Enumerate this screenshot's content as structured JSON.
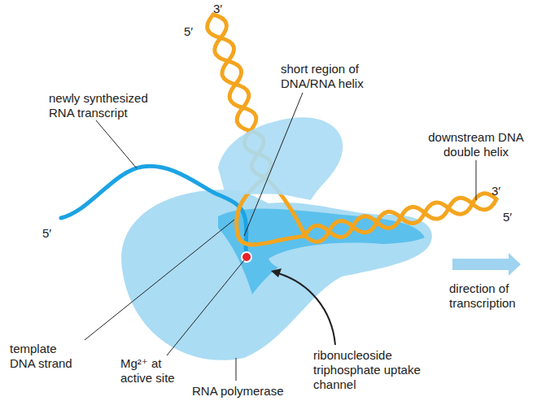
{
  "diagram": {
    "labels": [
      "3′",
      "5′",
      "short region of DNA/RNA helix",
      "newly synthesized RNA transcript",
      "downstream DNA double helix",
      "3′",
      "5′",
      "5′",
      "direction of transcription",
      "template DNA strand",
      "Mg²⁺ at active site",
      "ribonucleoside triphosphate uptake channel",
      "RNA polymerase"
    ]
  }
}
